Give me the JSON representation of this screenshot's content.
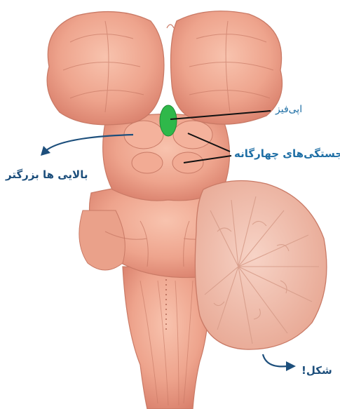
{
  "labels": {
    "epiphysis": "اپی‌فیز",
    "quadrigeminal": "برجستگی‌های چهارگانه",
    "superior": "بالایی ها بزرگتر",
    "form": "شکل!"
  },
  "colors": {
    "tissue": "#f0a892",
    "tissue_dark": "#d9806c",
    "tissue_light": "#f8c8b6",
    "cerebellum": "#f3c2b3",
    "pineal": "#2fb84a",
    "label_light_blue": "#1f6fa5",
    "label_dark_blue": "#1d4f7c",
    "pointer_line": "#111111"
  }
}
